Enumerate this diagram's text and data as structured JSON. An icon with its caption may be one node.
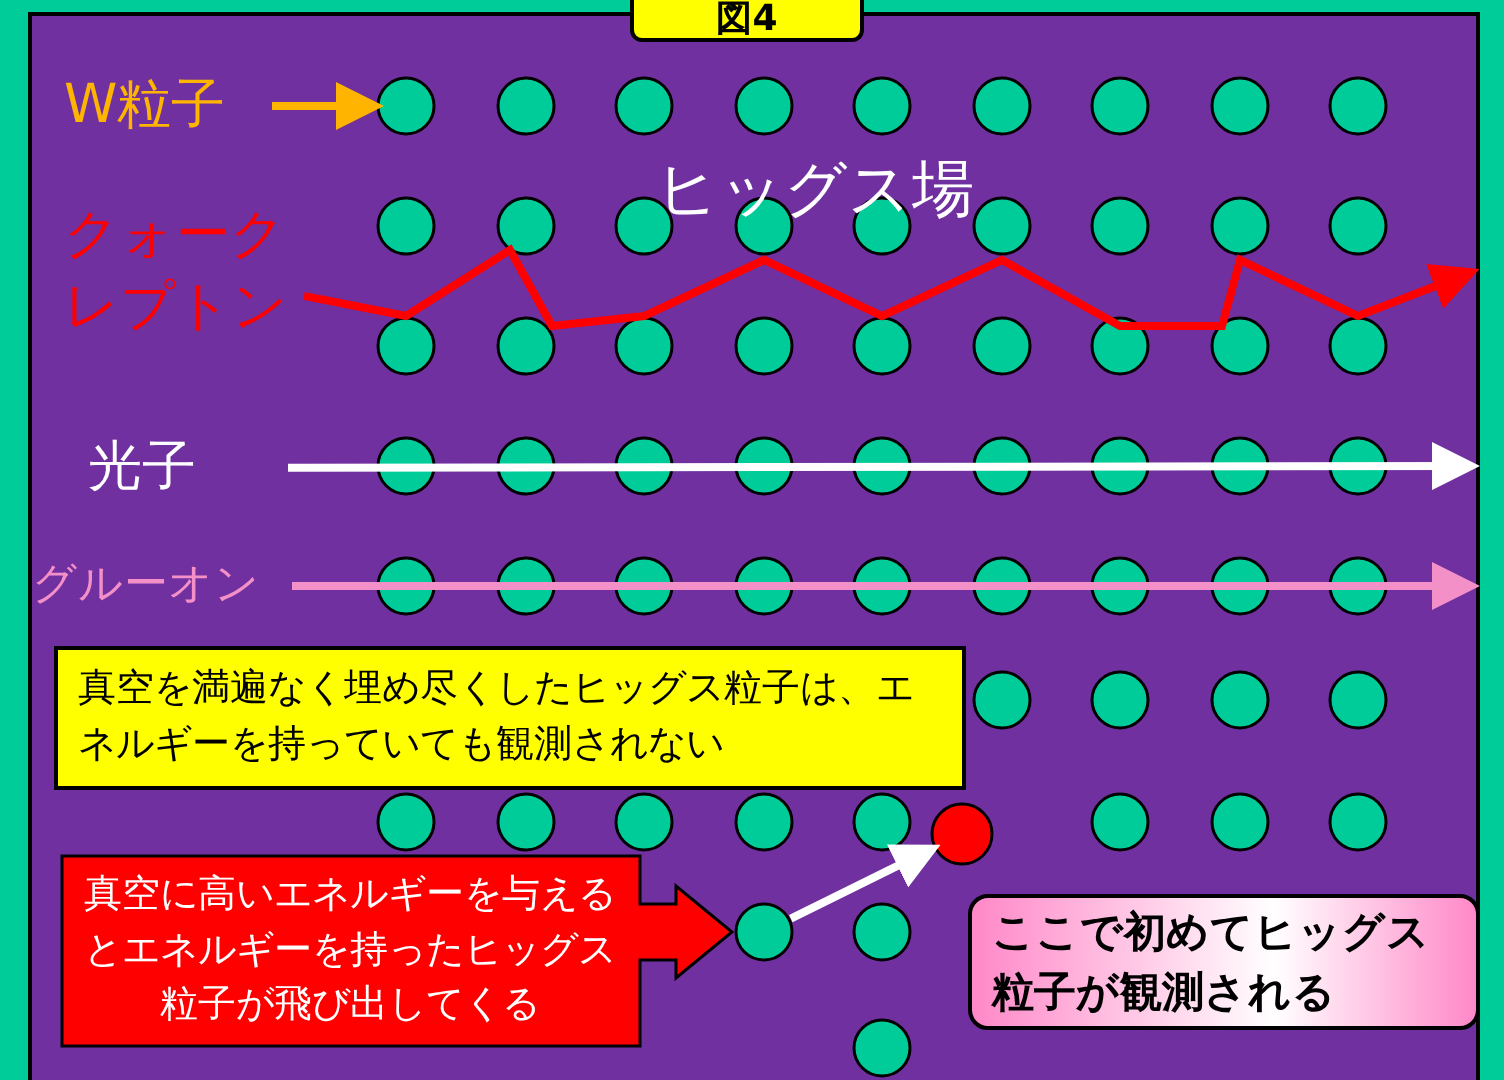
{
  "diagram": {
    "title": "図4",
    "nodes": [
      {
        "text": [
          "W粒子"
        ]
      },
      {
        "text": [],
        "shape": "circle"
      },
      {
        "text": [
          "クォーク",
          "レプトン"
        ]
      },
      {
        "text": [
          "光子"
        ]
      },
      {
        "text": [
          "グルーオン"
        ]
      },
      {
        "text": [
          "真空を満遍なく埋め尽くしたヒッグス粒子は、エネルギーを持っていても観測されない"
        ]
      },
      {
        "text": [
          "真空に高いエネルギーを与えるとエネルギーを持ったヒッグス粒子が飛び出してくる"
        ]
      },
      {
        "text": [],
        "shape": "circle"
      },
      {
        "text": [],
        "shape": "circle"
      },
      {
        "text": [
          "ここで初めてヒッグス粒子が観測される"
        ]
      },
      {
        "text": [],
        "shape": "circle"
      },
      {
        "text": [],
        "shape": "circle"
      },
      {
        "text": [],
        "shape": "circle"
      },
      {
        "text": [],
        "shape": "circle"
      },
      {
        "text": [],
        "shape": "circle"
      },
      {
        "text": [],
        "shape": "circle"
      },
      {
        "text": [],
        "shape": "circle"
      },
      {
        "text": [],
        "shape": "circle"
      },
      {
        "text": [],
        "shape": "circle"
      },
      {
        "text": [],
        "shape": "circle"
      },
      {
        "text": [],
        "shape": "circle"
      },
      {
        "text": [],
        "shape": "circle"
      },
      {
        "text": [],
        "shape": "circle"
      },
      {
        "text": [],
        "shape": "circle"
      },
      {
        "text": [],
        "shape": "circle"
      },
      {
        "text": [],
        "shape": "circle"
      },
      {
        "text": [],
        "shape": "circle"
      },
      {
        "text": [],
        "shape": "circle"
      },
      {
        "text": [],
        "shape": "circle"
      },
      {
        "text": [],
        "shape": "circle"
      },
      {
        "text": [],
        "shape": "circle"
      },
      {
        "text": [],
        "shape": "circle"
      },
      {
        "text": [],
        "shape": "circle"
      },
      {
        "text": [],
        "shape": "circle"
      },
      {
        "text": [],
        "shape": "circle"
      },
      {
        "text": [],
        "shape": "circle"
      },
      {
        "text": [],
        "shape": "circle"
      },
      {
        "text": [],
        "shape": "circle"
      },
      {
        "text": [],
        "shape": "circle"
      },
      {
        "text": [],
        "shape": "circle"
      },
      {
        "text": [],
        "shape": "circle"
      },
      {
        "text": [],
        "shape": "circle"
      },
      {
        "text": [],
        "shape": "circle"
      },
      {
        "text": [],
        "shape": "circle"
      },
      {
        "text": [],
        "shape": "circle"
      },
      {
        "text": [],
        "shape": "circle"
      },
      {
        "text": [],
        "shape": "circle"
      },
      {
        "text": [],
        "shape": "circle"
      },
      {
        "text": [],
        "shape": "circle"
      },
      {
        "text": [],
        "shape": "circle"
      },
      {
        "text": [],
        "shape": "circle"
      },
      {
        "text": [],
        "shape": "circle"
      },
      {
        "text": [],
        "shape": "circle"
      },
      {
        "text": [],
        "shape": "circle"
      },
      {
        "text": [],
        "shape": "circle"
      },
      {
        "text": [],
        "shape": "circle"
      },
      {
        "text": [],
        "shape": "circle"
      },
      {
        "text": [],
        "shape": "circle"
      },
      {
        "text": [],
        "shape": "circle"
      },
      {
        "text": [],
        "shape": "circle"
      },
      {
        "text": [],
        "shape": "circle"
      },
      {
        "text": [],
        "shape": "circle"
      },
      {
        "text": [],
        "shape": "circle"
      },
      {
        "text": [],
        "shape": "circle"
      },
      {
        "text": [],
        "shape": "circle"
      },
      {
        "text": [],
        "shape": "circle"
      },
      {
        "text": [],
        "shape": "circle"
      },
      {
        "text": [],
        "shape": "circle"
      }
    ],
    "edges": [
      {
        "from": 0,
        "to": 1,
        "arrow": "to",
        "color": "#ffb400"
      },
      {
        "from": 2,
        "to": null,
        "arrow": "to",
        "color": "#ff0000"
      },
      {
        "from": 3,
        "to": null,
        "arrow": "to",
        "color": "#ffffff"
      },
      {
        "from": 4,
        "to": null,
        "arrow": "to",
        "color": "#f490c8"
      },
      {
        "from": 7,
        "to": 8,
        "arrow": "to",
        "color": "#ffffff"
      }
    ],
    "labels": [
      "ヒッグス場"
    ]
  }
}
